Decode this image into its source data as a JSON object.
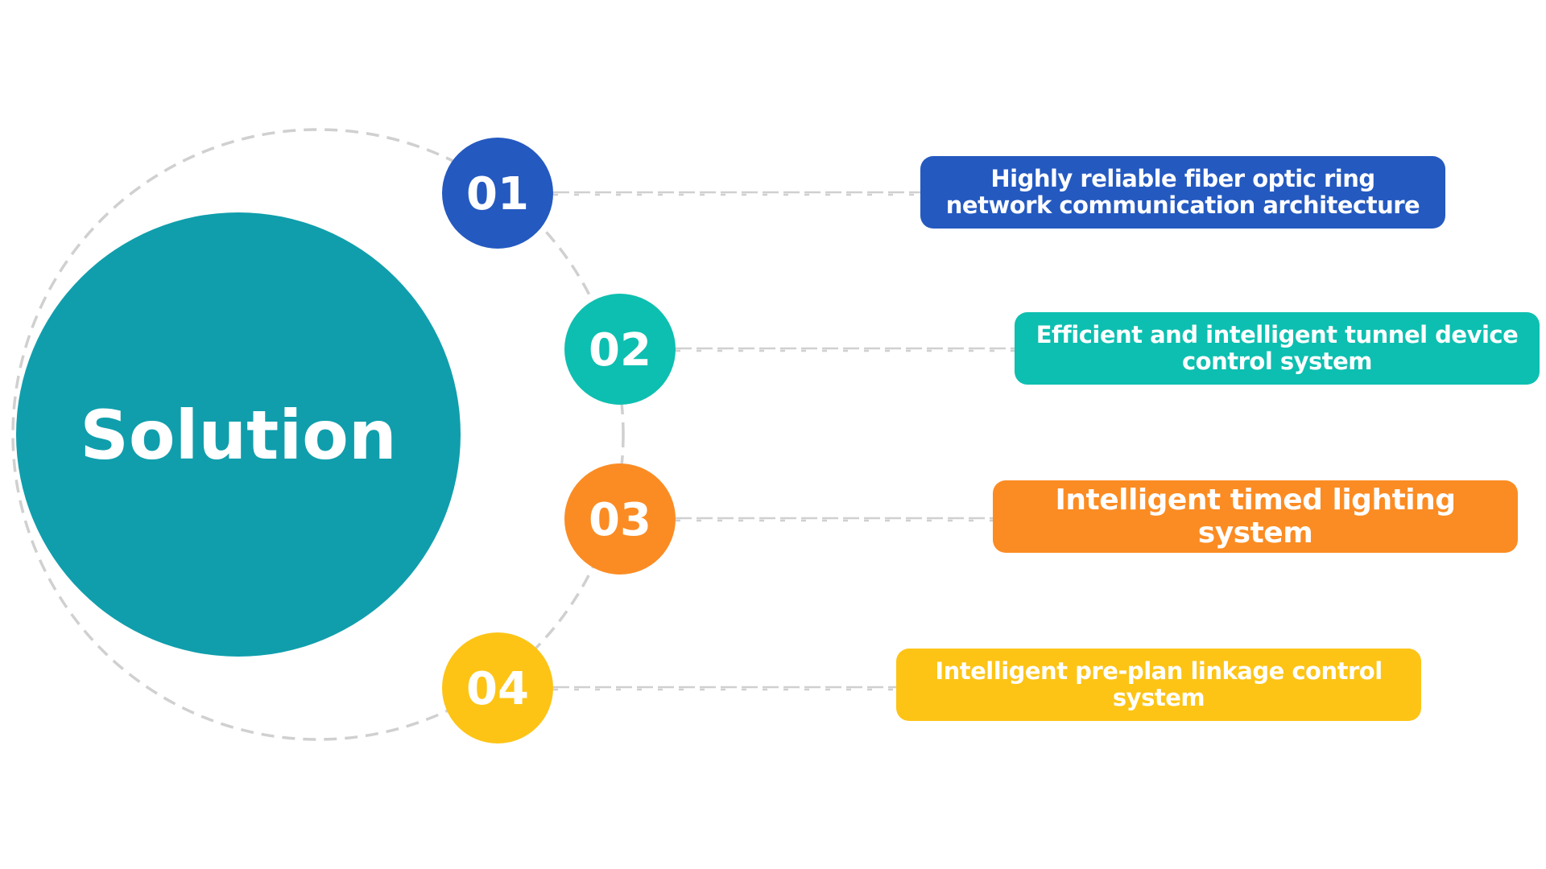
{
  "title": "Solution",
  "colors": {
    "center": "#109eac",
    "guide": "#d0d0d0"
  },
  "items": [
    {
      "number": "01",
      "label": "Highly reliable fiber optic ring network communication architecture",
      "color": "#2459c0"
    },
    {
      "number": "02",
      "label": "Efficient and intelligent tunnel device control system",
      "color": "#0dbfb0"
    },
    {
      "number": "03",
      "label": "Intelligent timed lighting system",
      "color": "#fb8c23"
    },
    {
      "number": "04",
      "label": "Intelligent pre-plan linkage control system",
      "color": "#fdc416"
    }
  ]
}
